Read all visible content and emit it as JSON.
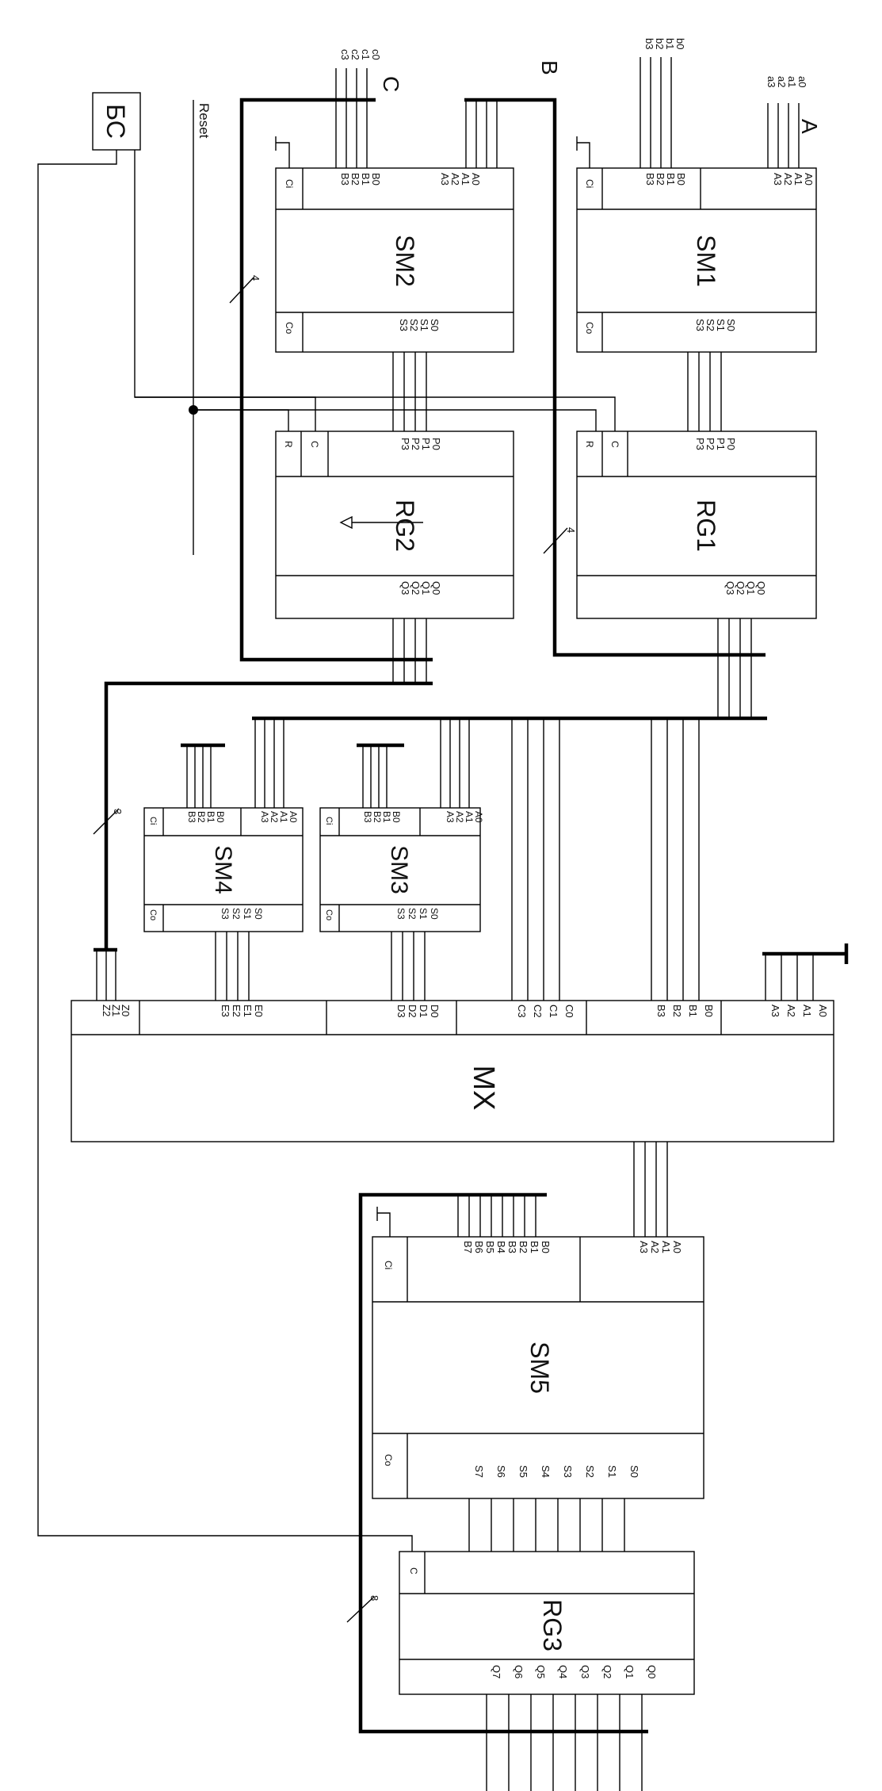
{
  "diagram": {
    "blocks": [
      {
        "id": "sm1",
        "name": "SM1",
        "in_a": [
          "A0",
          "A1",
          "A2",
          "A3"
        ],
        "in_b": [
          "B0",
          "B1",
          "B2",
          "B3"
        ],
        "out": [
          "S0",
          "S1",
          "S2",
          "S3"
        ],
        "ci": "Ci",
        "co": "Co"
      },
      {
        "id": "sm2",
        "name": "SM2",
        "in_a": [
          "A0",
          "A1",
          "A2",
          "A3"
        ],
        "in_b": [
          "B0",
          "B1",
          "B2",
          "B3"
        ],
        "out": [
          "S0",
          "S1",
          "S2",
          "S3"
        ],
        "ci": "Ci",
        "co": "Co"
      },
      {
        "id": "rg1",
        "name": "RG1",
        "in": [
          "P0",
          "P1",
          "P2",
          "P3"
        ],
        "out": [
          "Q0",
          "Q1",
          "Q2",
          "Q3"
        ],
        "r": "R",
        "c": "C"
      },
      {
        "id": "rg2",
        "name": "RG2",
        "in": [
          "P0",
          "P1",
          "P2",
          "P3"
        ],
        "out": [
          "Q0",
          "Q1",
          "Q2",
          "Q3"
        ],
        "r": "R",
        "c": "C"
      },
      {
        "id": "sm3",
        "name": "SM3",
        "in_a": [
          "A0",
          "A1",
          "A2",
          "A3"
        ],
        "in_b": [
          "B0",
          "B1",
          "B2",
          "B3"
        ],
        "out": [
          "S0",
          "S1",
          "S2",
          "S3"
        ],
        "ci": "Ci",
        "co": "Co"
      },
      {
        "id": "sm4",
        "name": "SM4",
        "in_a": [
          "A0",
          "A1",
          "A2",
          "A3"
        ],
        "in_b": [
          "B0",
          "B1",
          "B2",
          "B3"
        ],
        "out": [
          "S0",
          "S1",
          "S2",
          "S3"
        ],
        "ci": "Ci",
        "co": "Co"
      },
      {
        "id": "mx",
        "name": "MX",
        "groups": [
          [
            "A0",
            "A1",
            "A2",
            "A3"
          ],
          [
            "B0",
            "B1",
            "B2",
            "B3"
          ],
          [
            "C0",
            "C1",
            "C2",
            "C3"
          ],
          [
            "D0",
            "D1",
            "D2",
            "D3"
          ],
          [
            "E0",
            "E1",
            "E2",
            "E3"
          ],
          [
            "Z0",
            "Z1",
            "Z2"
          ]
        ]
      },
      {
        "id": "sm5",
        "name": "SM5",
        "in_a": [
          "A0",
          "A1",
          "A2",
          "A3"
        ],
        "in_b": [
          "B0",
          "B1",
          "B2",
          "B3",
          "B4",
          "B5",
          "B6",
          "B7"
        ],
        "out": [
          "S0",
          "S1",
          "S2",
          "S3",
          "S4",
          "S5",
          "S6",
          "S7"
        ],
        "ci": "Ci",
        "co": "Co"
      },
      {
        "id": "rg3",
        "name": "RG3",
        "out": [
          "Q0",
          "Q1",
          "Q2",
          "Q3",
          "Q4",
          "Q5",
          "Q6",
          "Q7"
        ],
        "c": "C"
      }
    ],
    "inputs": {
      "a": {
        "label": "A",
        "signals": [
          "a0",
          "a1",
          "a2",
          "a3"
        ]
      },
      "b": {
        "label": "B",
        "signals": [
          "b0",
          "b1",
          "b2",
          "b3"
        ]
      },
      "c": {
        "label": "C",
        "signals": [
          "c0",
          "c1",
          "c2",
          "c3"
        ]
      }
    },
    "clock_block": "БС",
    "reset": "Reset",
    "bus_widths": [
      "4",
      "4",
      "3",
      "8"
    ]
  }
}
